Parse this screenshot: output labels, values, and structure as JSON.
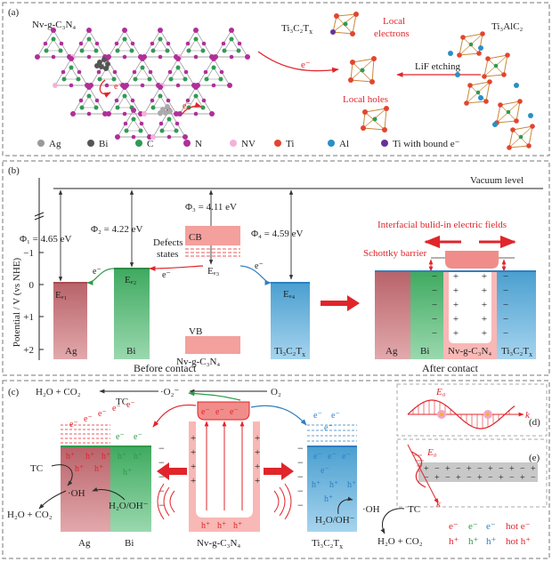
{
  "panel_a": {
    "label": "(a)",
    "nvgcn": "Nv-g-C₃N₄",
    "ti3c2tx": "Ti₃C₂T",
    "ti3c2tx_sub": "x",
    "ti3alc2": "Ti₃AlC₂",
    "local_electrons_1": "Local",
    "local_electrons_2": "electrons",
    "local_holes": "Local holes",
    "lif": "LiF etching",
    "e1": "e⁻",
    "e2": "e⁻",
    "e3": "e⁻",
    "legend": [
      {
        "label": "Ag",
        "color": "#9a9a9a"
      },
      {
        "label": "Bi",
        "color": "#555555"
      },
      {
        "label": "C",
        "color": "#2f9a55"
      },
      {
        "label": "N",
        "color": "#b02f9a"
      },
      {
        "label": "NV",
        "color": "#f4b2d8"
      },
      {
        "label": "Ti",
        "color": "#e2452f"
      },
      {
        "label": "Al",
        "color": "#2a8fc8"
      },
      {
        "label": "Ti with bound e⁻",
        "color": "#6a2f9a"
      }
    ]
  },
  "panel_b": {
    "label": "(b)",
    "vacuum": "Vacuum level",
    "ylabel": "Potential / V (vs NHE)",
    "ticks": [
      "−1",
      "0",
      "+1",
      "+2"
    ],
    "phi1": "Φ₁ = 4.65 eV",
    "phi2": "Φ₂ = 4.22 eV",
    "phi3": "Φ₃ = 4.11 eV",
    "phi4": "Φ₄ = 4.59 eV",
    "cb": "CB",
    "vb": "VB",
    "defects1": "Defects",
    "defects2": "states",
    "ef1": "Eₑ₁",
    "ef2": "Eₑ₂",
    "ef3": "Eₑ₃",
    "ef4": "Eₑ₄",
    "em": "e⁻",
    "ag": "Ag",
    "bi": "Bi",
    "nvgcn": "Nv-g-C₃N₄",
    "ti": "Ti₃C₂T",
    "ti_sub": "x",
    "before": "Before contact",
    "after": "After contact",
    "interfacial": "Interfacial bulid-in electric fields",
    "schottky": "Schottky barrier",
    "plus": "+",
    "minus": "−"
  },
  "panel_c": {
    "label": "(c)",
    "h2o_co2_top": "H₂O + CO₂",
    "tc_top": "TC",
    "o2_rad": "·O₂⁻",
    "o2": "O₂",
    "tc_left": "TC",
    "oh_left": "·OH",
    "h2o_co2_left": "H₂O + CO₂",
    "h2o_oh_left": "H₂O/OH⁻",
    "h2o_oh_right": "H₂O/OH⁻",
    "oh_right": "·OH",
    "tc_right": "TC",
    "h2o_co2_right": "H₂O + CO₂",
    "ag": "Ag",
    "bi": "Bi",
    "nvgcn": "Nv-g-C₃N₄",
    "ti": "Ti₃C₂T",
    "ti_sub": "x",
    "e": "e⁻",
    "h": "h⁺",
    "plus": "+",
    "minus": "−"
  },
  "panel_d": {
    "label": "(d)",
    "e0": "E₀",
    "k": "k"
  },
  "panel_e": {
    "label": "(e)",
    "e0": "E₀",
    "k": "k"
  },
  "legend_c": {
    "e_red": "e⁻",
    "e_green": "e⁻",
    "e_blue": "e⁻",
    "hot_e": "hot e⁻",
    "h_red": "h⁺",
    "h_green": "h⁺",
    "h_blue": "h⁺",
    "hot_h": "hot h⁺"
  },
  "colors": {
    "ag": "#c97a7e",
    "bi": "#5fbf7f",
    "gcn": "#f5a3a0",
    "ti": "#6fb6dc",
    "accent": "#e0252b"
  }
}
